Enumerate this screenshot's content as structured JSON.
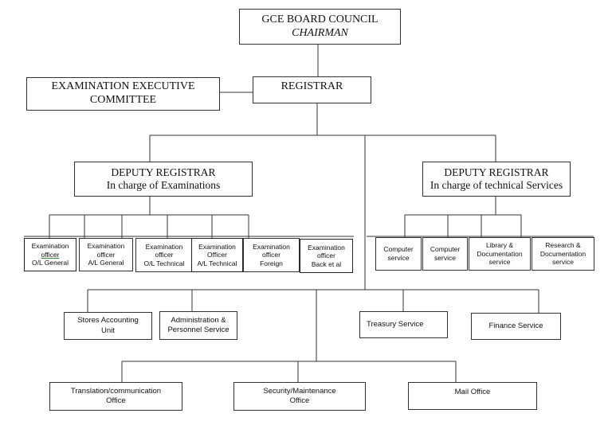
{
  "chairman_box": {
    "line1": "GCE BOARD COUNCIL",
    "line2": "CHAIRMAN"
  },
  "exec_committee": {
    "line1": "EXAMINATION EXECUTIVE",
    "line2": "COMMITTEE"
  },
  "registrar": {
    "label": "REGISTRAR"
  },
  "deputy_exams": {
    "line1": "DEPUTY REGISTRAR",
    "line2": "In charge of Examinations"
  },
  "deputy_tech": {
    "line1": "DEPUTY REGISTRAR",
    "line2": "In charge of technical Services"
  },
  "exam_officers": [
    {
      "line1": "Examination",
      "line2": "officer",
      "line3": "O/L General"
    },
    {
      "line1": "Examination",
      "line2": "officer",
      "line3": "A/L General"
    },
    {
      "line1": "Examination",
      "line2": "officer",
      "line3": "O/L Technical"
    },
    {
      "line1": "Examination",
      "line2": "Officer",
      "line3": "A/L Technical"
    },
    {
      "line1": "Examination",
      "line2": "officer",
      "line3": "Foreign"
    },
    {
      "line1": "Examination",
      "line2": "officer",
      "line3": "Back et al"
    }
  ],
  "tech_services": [
    {
      "line1": "Computer",
      "line2": "service"
    },
    {
      "line1": "Computer",
      "line2": "service"
    },
    {
      "line1": "Library &",
      "line2": "Documentation",
      "line3": "service"
    },
    {
      "line1": "Research &",
      "line2": "Documentation",
      "line3": "service"
    }
  ],
  "units": {
    "stores": {
      "line1": "Stores Accounting",
      "line2": "Unit"
    },
    "admin": {
      "line1": "Administration &",
      "line2": "Personnel Service"
    },
    "treasury": {
      "label": "Treasury Service"
    },
    "finance": {
      "label": "Finance Service"
    }
  },
  "bottom_units": {
    "translation": {
      "line1": "Translation/communication",
      "line2": "Office"
    },
    "security": {
      "line1": "Security/Maintenance",
      "line2": "Office"
    },
    "mail": {
      "label": "Mail Office"
    }
  },
  "colors": {
    "border": "#333333",
    "text": "#111111",
    "underline": "#3a8a3a",
    "background": "#ffffff"
  }
}
